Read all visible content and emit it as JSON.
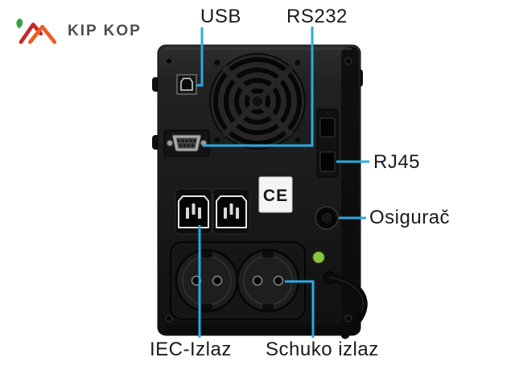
{
  "logo": {
    "name": "KIP KOP"
  },
  "labels": {
    "usb": "USB",
    "rs232": "RS232",
    "rj45": "RJ45",
    "fuse": "Osigurač",
    "iec_out": "IEC-Izlaz",
    "schuko_out": "Schuko izlaz"
  },
  "device": {
    "ce_mark": "CE"
  },
  "colors": {
    "callout_blue": "#29ABE2",
    "logo_green": "#35A048",
    "logo_orange": "#F15A24",
    "logo_dark_orange": "#C1272D",
    "logo_text": "#4D4D4F",
    "label_text": "#1A1A1A"
  }
}
